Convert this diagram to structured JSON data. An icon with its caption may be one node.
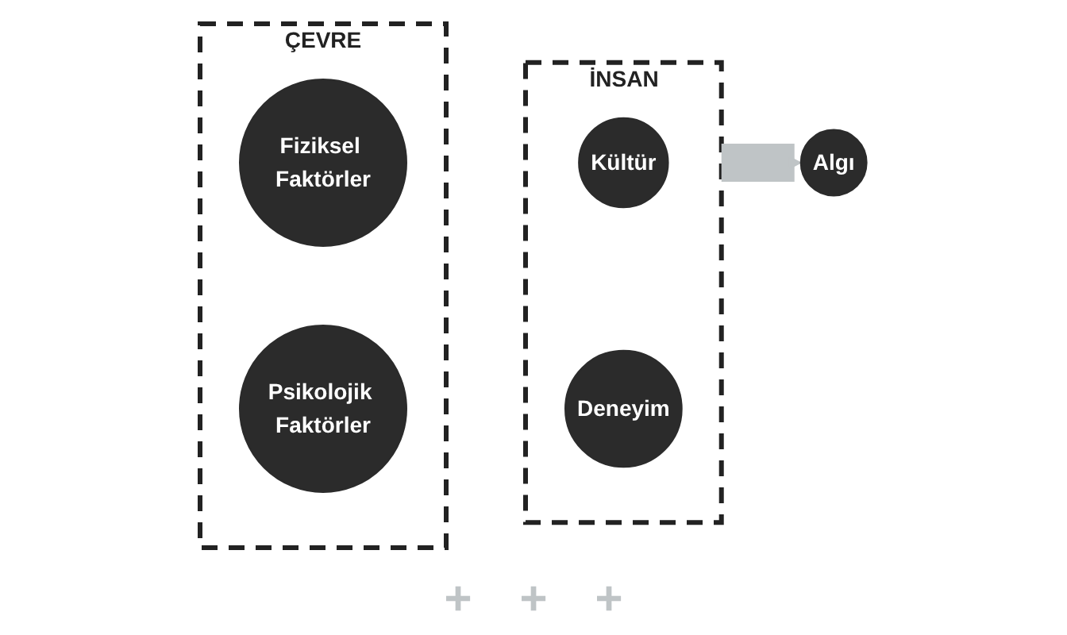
{
  "diagram": {
    "nodes": [
      {
        "text": [
          "ÇEVRE"
        ]
      },
      {
        "text": [
          "Fiziksel Faktörler"
        ],
        "in": 0
      },
      {
        "text": [
          "Psikolojik Faktörler"
        ],
        "in": 0
      },
      {
        "text": [
          "İNSAN"
        ]
      },
      {
        "text": [
          "Kültür"
        ],
        "in": 3
      },
      {
        "text": [
          "Deneyim"
        ],
        "in": 3
      },
      {
        "text": [
          "Algı"
        ]
      }
    ],
    "edges": [
      {
        "from": 3,
        "to": 6,
        "arrow": "to"
      }
    ],
    "labels": [
      "+",
      "+",
      "+"
    ]
  }
}
